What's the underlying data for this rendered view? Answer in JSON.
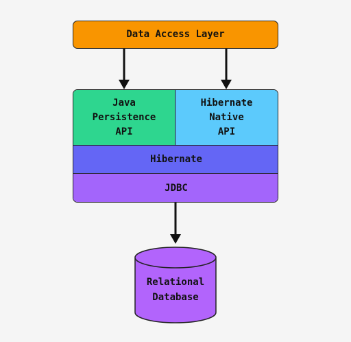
{
  "diagram": {
    "data_access_layer": "Data Access Layer",
    "jpa": "Java\nPersistence\nAPI",
    "hibernate_native_api": "Hibernate\nNative\nAPI",
    "hibernate": "Hibernate",
    "jdbc": "JDBC",
    "database": "Relational\nDatabase"
  },
  "colors": {
    "background": "#f5f5f5",
    "data_access_layer": "#f99500",
    "jpa": "#2ed68f",
    "hibernate_native_api": "#5ccafc",
    "hibernate": "#6466f5",
    "jdbc": "#a365fb",
    "database": "#b264fc"
  }
}
